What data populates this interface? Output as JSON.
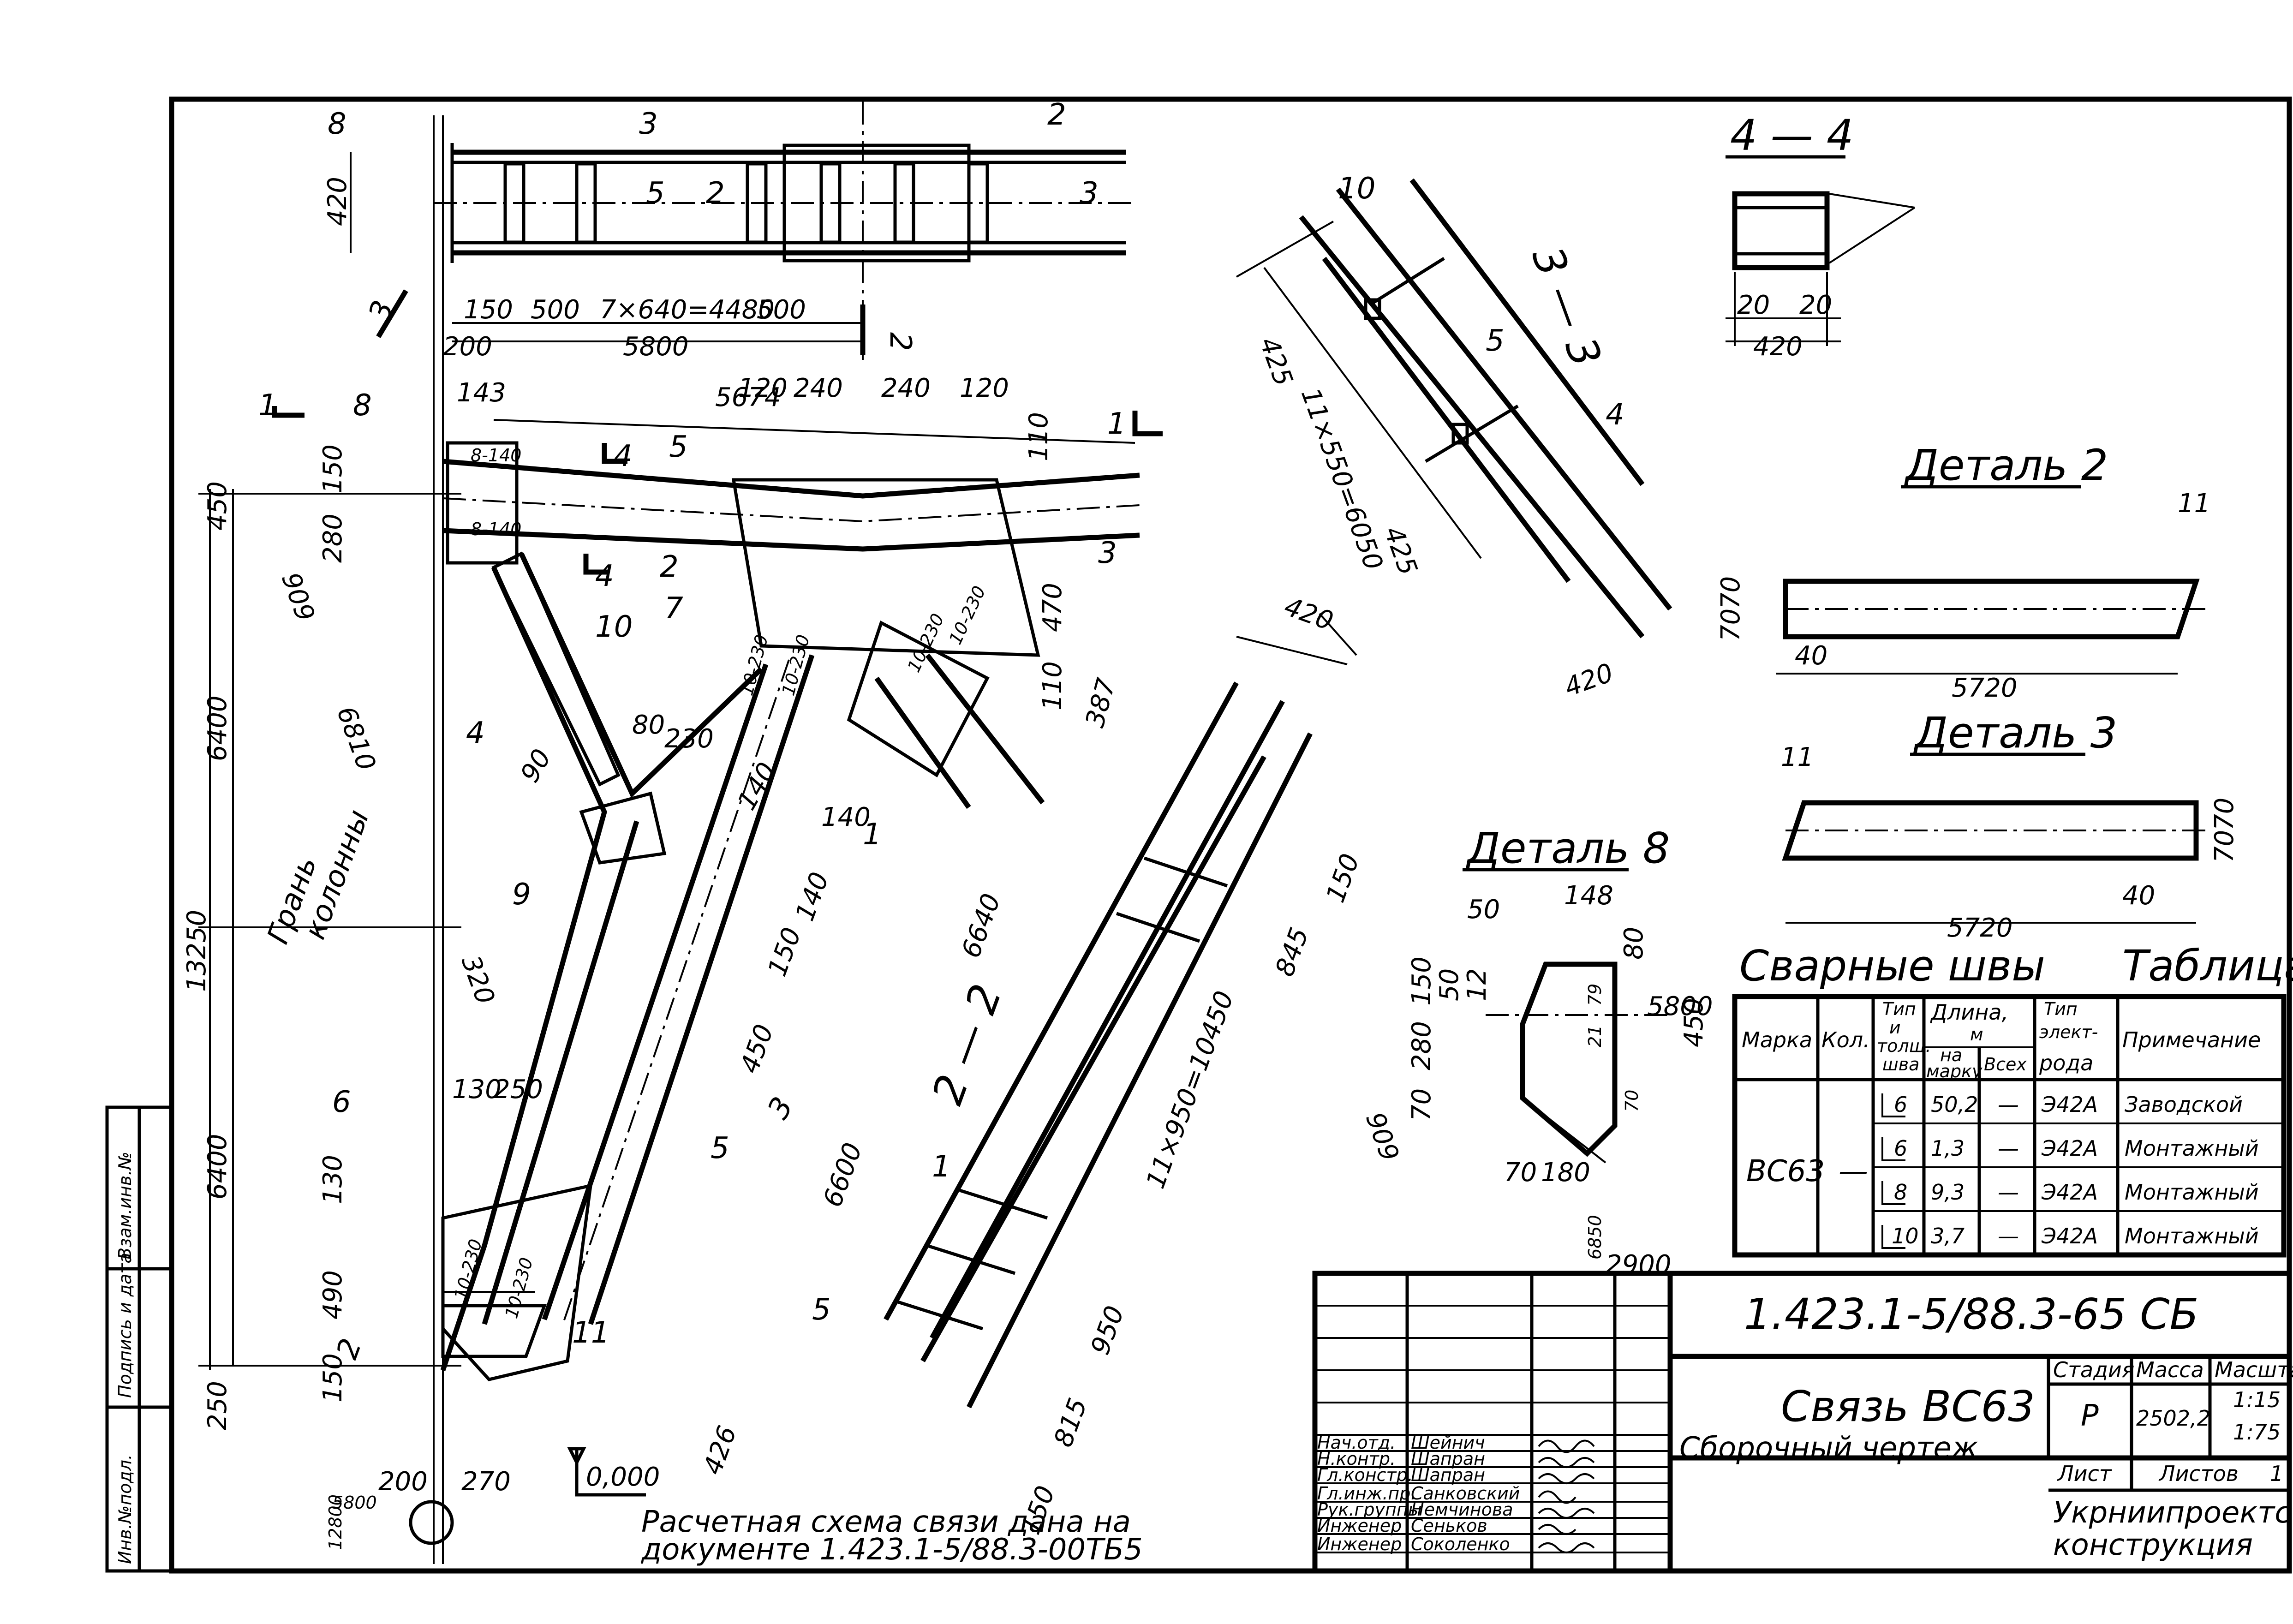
{
  "document": {
    "code": "1.423.1-5/88.3-65 СБ",
    "title": "Связь ВС63",
    "subtitle": "Сборочный чертеж",
    "note_line1": "Расчетная схема связи дана на",
    "note_line2": "документе 1.423.1-5/88.3-00ТБ5"
  },
  "side_stamp": {
    "inv_no": "Инв.№подл.",
    "sign_date": "Подпись и дата",
    "replace": "Взам.инв.№"
  },
  "title_block": {
    "roles": [
      "Нач.отд.",
      "Н.контр.",
      "Гл.констр.",
      "Гл.инж.пр.",
      "Рук.группы",
      "Инженер",
      "Инженер"
    ],
    "names": [
      "Шейнич",
      "Шапран",
      "Шапран",
      "Санковский",
      "Немчинова",
      "Сеньков",
      "Соколенко"
    ],
    "stage_label": "Стадия",
    "mass_label": "Масса",
    "scale_label": "Масштаб",
    "stage": "Р",
    "mass": "2502,2",
    "scale1": "1:15",
    "scale2": "1:75",
    "sheet_label": "Лист",
    "sheets_label": "Листов",
    "sheets": "1",
    "org_line1": "Укрниипроектсталь",
    "org_line2": "конструкция"
  },
  "weld_table": {
    "caption": "Сварные швы",
    "table_label": "Таблица",
    "headers": {
      "mark": "Марка",
      "qty": "Кол.",
      "type_l1": "Тип",
      "type_l2": "и",
      "type_l3": "толщ.",
      "type_l4": "шва",
      "len_l1": "Длина,",
      "len_l2": "м",
      "len_mark_l1": "на",
      "len_mark_l2": "марку",
      "len_all": "Всех",
      "elec_l1": "Тип",
      "elec_l2": "элект-",
      "elec_l3": "рода",
      "note": "Примечание"
    },
    "mark": "ВС63",
    "qty": "—",
    "rows": [
      {
        "type": "6",
        "len": "50,2",
        "all": "—",
        "elec": "Э42А",
        "note": "Заводской"
      },
      {
        "type": "6",
        "len": "1,3",
        "all": "—",
        "elec": "Э42А",
        "note": "Монтажный"
      },
      {
        "type": "8",
        "len": "9,3",
        "all": "—",
        "elec": "Э42А",
        "note": "Монтажный"
      },
      {
        "type": "10",
        "len": "3,7",
        "all": "—",
        "elec": "Э42А",
        "note": "Монтажный"
      }
    ]
  },
  "views": {
    "sec44": "4 — 4",
    "sec33": "3 — 3",
    "sec22": "2 — 2",
    "det2": "Деталь 2",
    "det3": "Деталь 3",
    "det8": "Деталь 8",
    "column_face_l1": "Грань",
    "column_face_l2": "колонны"
  },
  "dims": {
    "top": [
      "150",
      "500",
      "7×640=4480",
      "500",
      "5800",
      "200",
      "420"
    ],
    "upper": [
      "143",
      "5674",
      "120",
      "240",
      "240",
      "120",
      "110",
      "150",
      "280",
      "450",
      "470",
      "387",
      "110",
      "909",
      "6810"
    ],
    "lower": [
      "80",
      "230",
      "90",
      "140",
      "150",
      "140",
      "450",
      "320",
      "130",
      "250",
      "130",
      "490",
      "150",
      "250",
      "200",
      "270",
      "426",
      "6600",
      "6640"
    ],
    "vert": [
      "6400",
      "13250",
      "6400"
    ],
    "s33": [
      "425",
      "11×550=6050",
      "425",
      "420"
    ],
    "s44": [
      "20",
      "20",
      "420"
    ],
    "s22": [
      "420",
      "845",
      "150",
      "11×950=10450",
      "950",
      "815",
      "150"
    ],
    "det2": [
      "11",
      "70",
      "70",
      "40",
      "5720"
    ],
    "det3": [
      "11",
      "70",
      "70",
      "40",
      "5720"
    ],
    "det8": [
      "148",
      "50",
      "80",
      "150",
      "50",
      "12",
      "280",
      "70",
      "909",
      "450",
      "5800",
      "70",
      "180",
      "6850",
      "2900",
      "21",
      "79",
      "70"
    ],
    "level": "0,000",
    "bot_small1": "5800",
    "bot_small2": "12800"
  },
  "plates": [
    "10-230",
    "10-230",
    "10-230",
    "10-230",
    "10-230",
    "10-230",
    "8-140",
    "8-140"
  ],
  "positions": [
    "1",
    "2",
    "3",
    "4",
    "5",
    "6",
    "7",
    "8",
    "9",
    "10",
    "11"
  ],
  "section_marks": [
    "1",
    "1",
    "2",
    "2",
    "3",
    "3",
    "4",
    "4"
  ]
}
